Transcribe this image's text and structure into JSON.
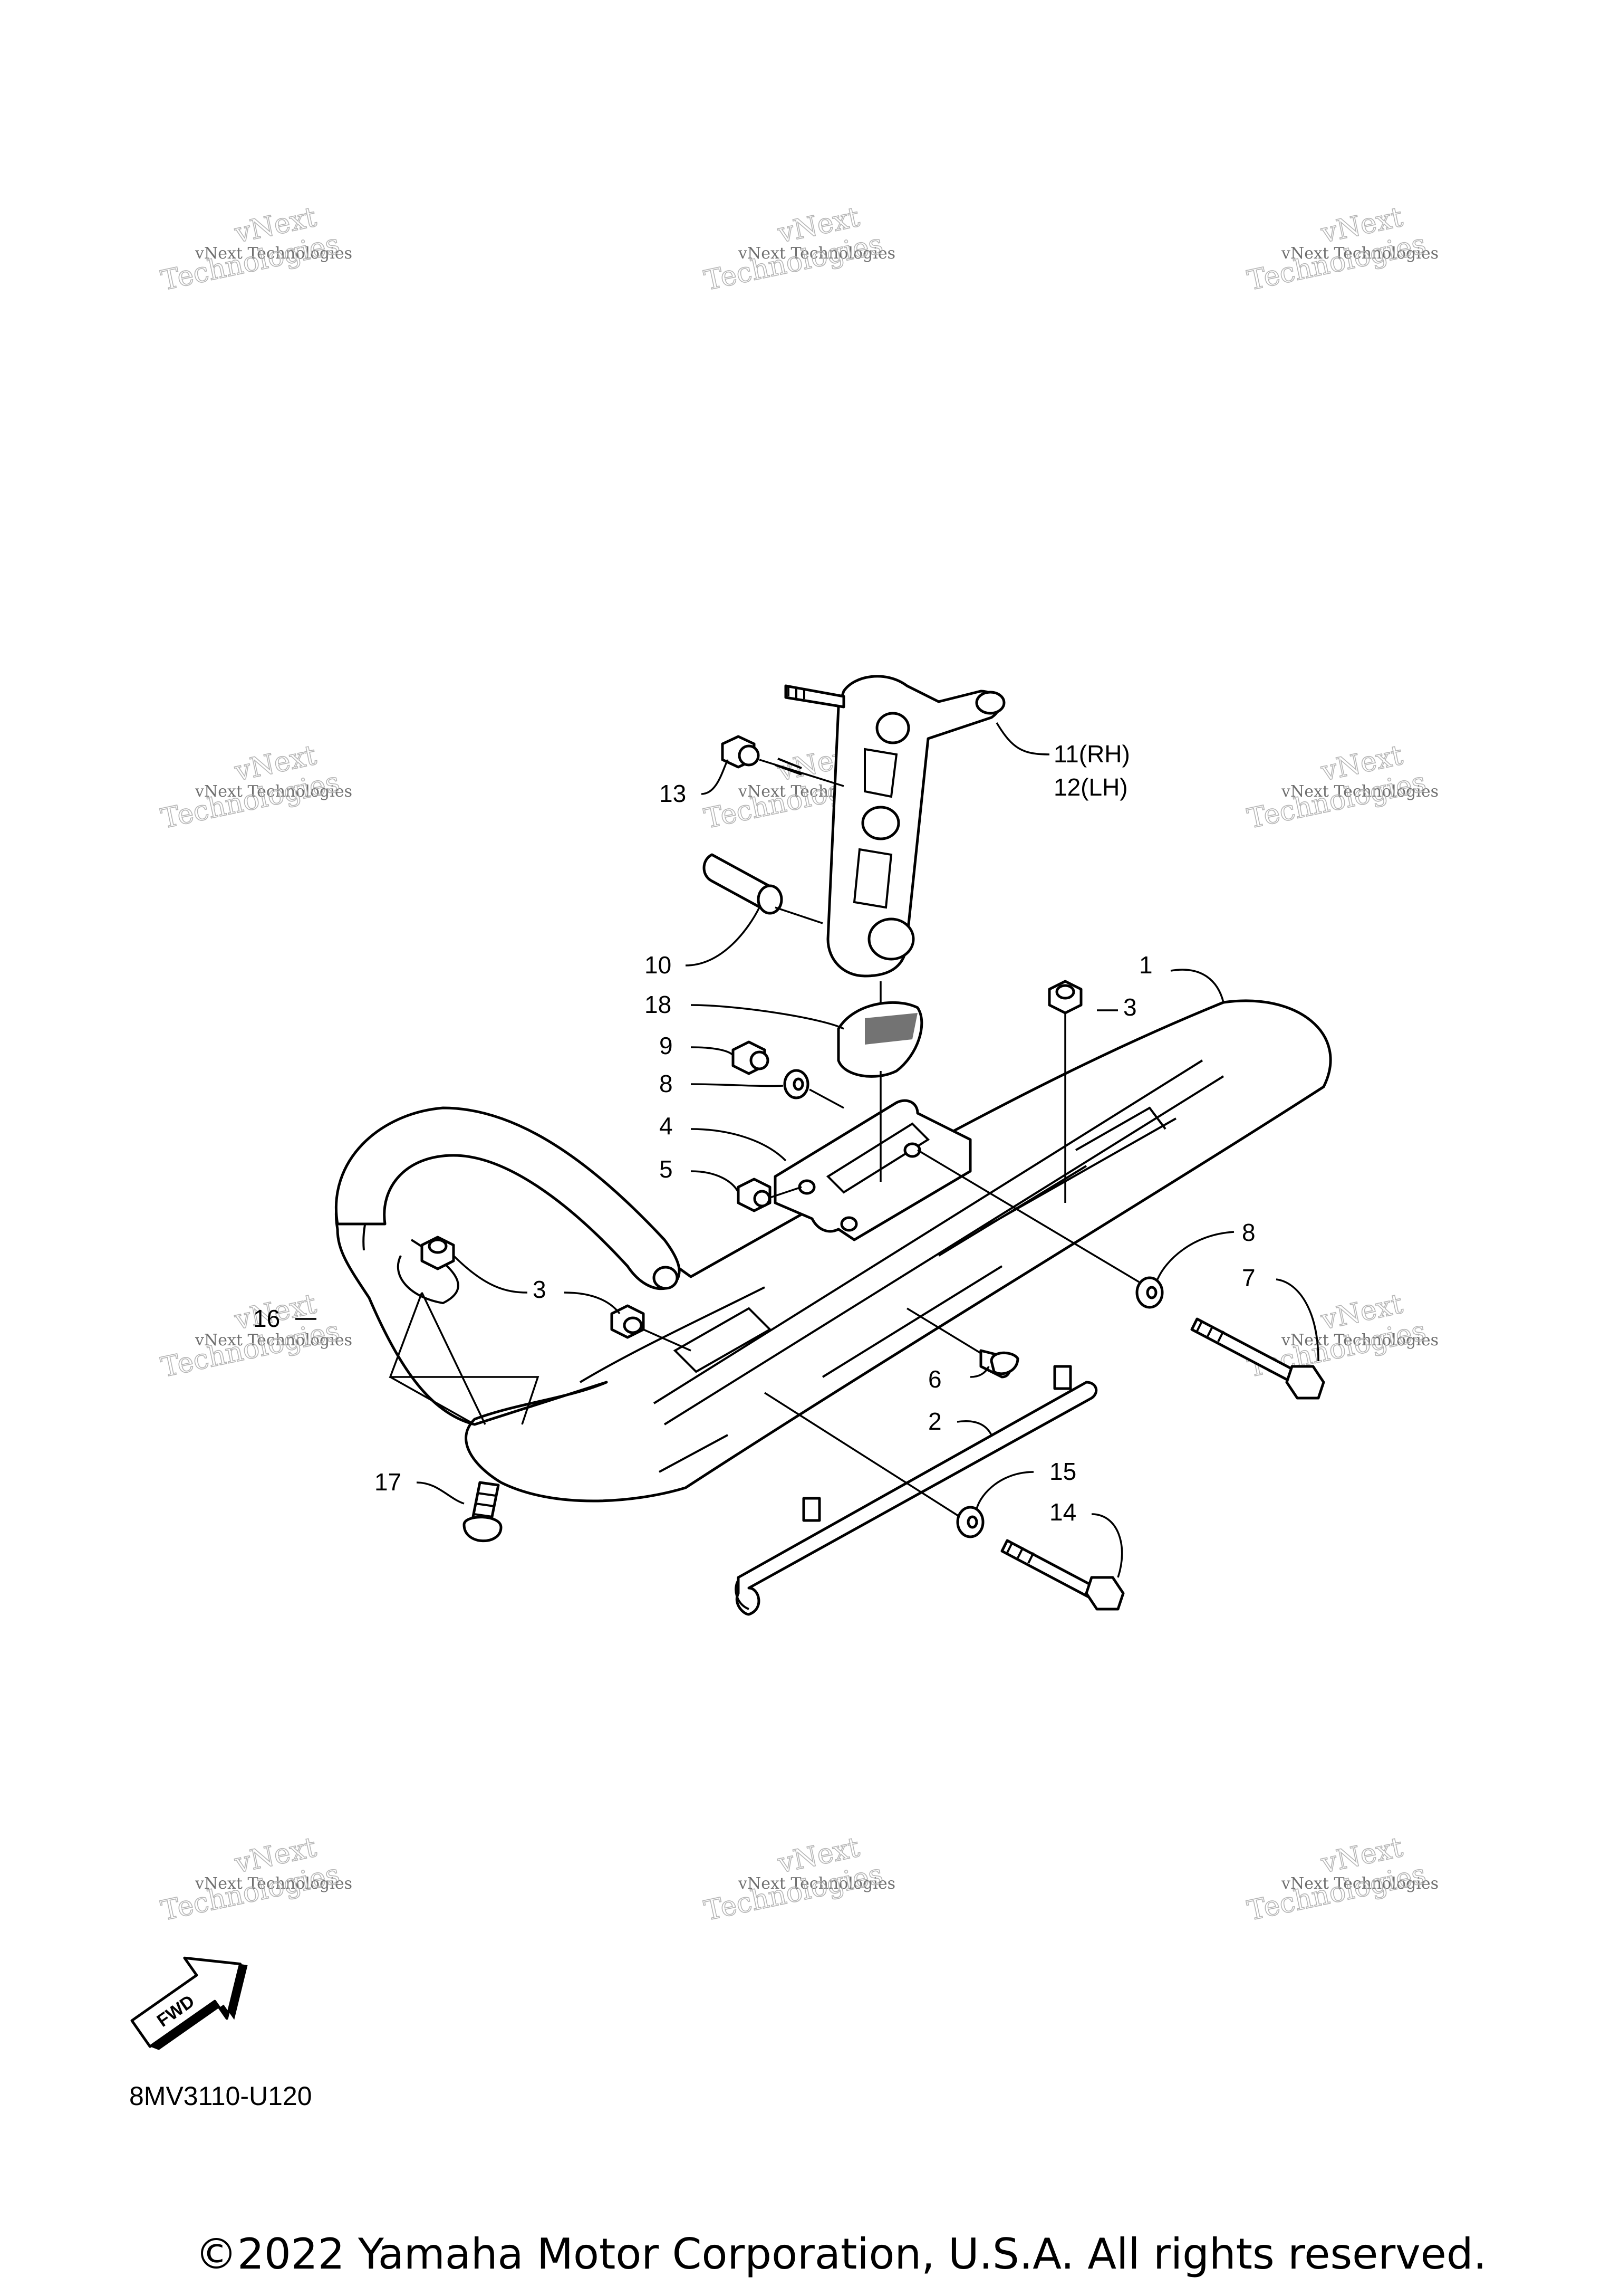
{
  "diagram": {
    "code": "8MV3110-U120",
    "copyright": "©2022 Yamaha Motor Corporation, U.S.A. All rights reserved.",
    "fwd_label": "FWD",
    "watermark": {
      "line1": "vNext Technologies",
      "line2": "vNext",
      "line3": "Technologies"
    },
    "callouts": [
      {
        "id": "1",
        "label": "1"
      },
      {
        "id": "2",
        "label": "2"
      },
      {
        "id": "3a",
        "label": "3"
      },
      {
        "id": "3b",
        "label": "3"
      },
      {
        "id": "4",
        "label": "4"
      },
      {
        "id": "5",
        "label": "5"
      },
      {
        "id": "6",
        "label": "6"
      },
      {
        "id": "7",
        "label": "7"
      },
      {
        "id": "8a",
        "label": "8"
      },
      {
        "id": "8b",
        "label": "8"
      },
      {
        "id": "9",
        "label": "9"
      },
      {
        "id": "10",
        "label": "10"
      },
      {
        "id": "11",
        "label": "11(RH)"
      },
      {
        "id": "12",
        "label": "12(LH)"
      },
      {
        "id": "13",
        "label": "13"
      },
      {
        "id": "14",
        "label": "14"
      },
      {
        "id": "15",
        "label": "15"
      },
      {
        "id": "16",
        "label": "16"
      },
      {
        "id": "17",
        "label": "17"
      },
      {
        "id": "18",
        "label": "18"
      }
    ]
  }
}
